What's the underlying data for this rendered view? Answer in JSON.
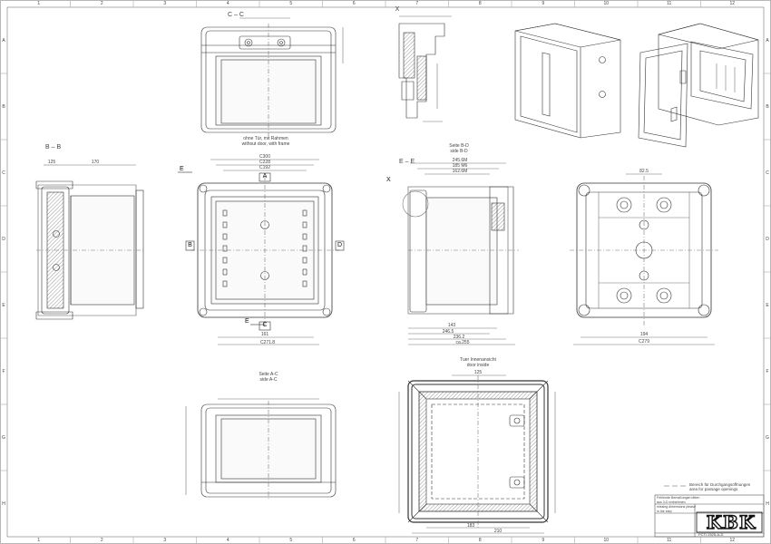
{
  "drawing": {
    "column_numbers": [
      "1",
      "2",
      "3",
      "4",
      "5",
      "6",
      "7",
      "8",
      "9",
      "10",
      "11",
      "12"
    ],
    "row_letters": [
      "A",
      "B",
      "C",
      "D",
      "E",
      "F",
      "G",
      "H"
    ],
    "views": {
      "section_cc": "C – C",
      "detail_x": "X",
      "section_bb": "B – B",
      "front_no_door": "ohne Tür, mit Rahmen\nwithout door, with frame",
      "side_bd": "Seite B-D\nside  B-D",
      "section_ee": "E – E",
      "side_ac": "Seite A-C\nside  A-C",
      "door_inside": "Tuer Innenansicht\ndoor inside"
    },
    "section_markers": {
      "a": "A",
      "b": "B",
      "c": "C",
      "d": "D",
      "e": "E",
      "x": "X"
    },
    "dimensions": {
      "front_top": [
        "C300",
        "C228",
        "C192"
      ],
      "front_bottom": [
        "161",
        "C271.8"
      ],
      "side_top": [
        "245.6M",
        "185 M6",
        "162.6M"
      ],
      "side_bottom": [
        "143",
        "246.5",
        "236.2",
        "ca.255"
      ],
      "plan_top": "82.5",
      "plan_bottom": [
        "194",
        "C279"
      ],
      "door_top": "125",
      "door_bottom": [
        "183",
        "210"
      ],
      "section_bb_top": [
        "170",
        "125"
      ]
    },
    "legend": {
      "text": "Bereich für Durchgangsöffnungen\narea for passage openings"
    },
    "title_block": {
      "note_de": "Fehlende Bemaßungen bitten\naus 3-D entnehmen",
      "note_en": "missing dimensions please\nin the step",
      "drawing_no": "PCTI 2525-A-D",
      "logo": "KBK"
    }
  }
}
